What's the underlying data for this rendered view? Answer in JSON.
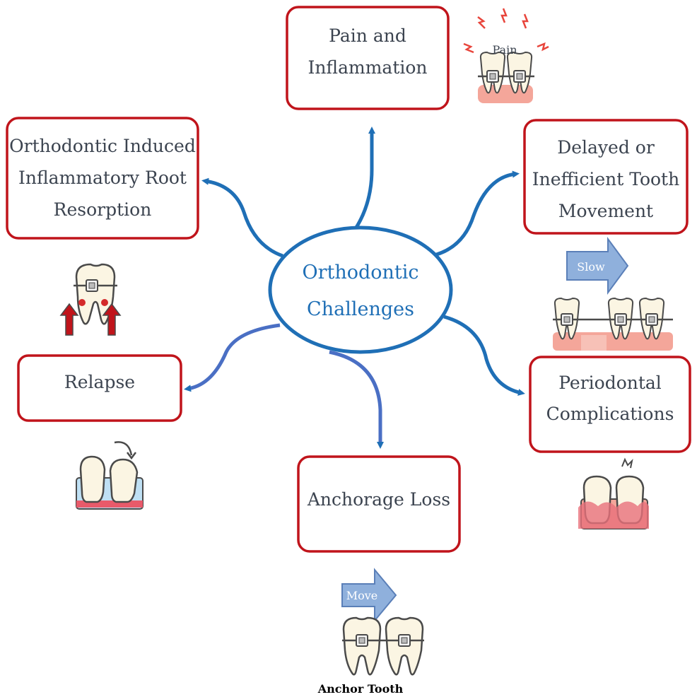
{
  "center": {
    "line1": "Orthodontic",
    "line2": "Challenges"
  },
  "nodes": {
    "pain": {
      "line1": "Pain and",
      "line2": "Inflammation"
    },
    "root": {
      "line1": "Orthodontic Induced",
      "line2": "Inflammatory Root",
      "line3": "Resorption"
    },
    "delayed": {
      "line1": "Delayed or",
      "line2": "Inefficient Tooth",
      "line3": "Movement"
    },
    "relapse": {
      "line1": "Relapse"
    },
    "periodontal": {
      "line1": "Periodontal",
      "line2": "Complications"
    },
    "anchorage": {
      "line1": "Anchorage Loss"
    }
  },
  "icons": {
    "pain_label": "Pain",
    "slow_label": "Slow",
    "move_label": "Move",
    "anchor_label": "Anchor Tooth"
  },
  "colors": {
    "box_border": "#c0141b",
    "connector": "#1f6fb6",
    "text": "#3c4450",
    "center_text": "#1f6fb6",
    "tooth_fill": "#fbf5e3",
    "gum": "#f4a69a",
    "arrow_fill": "#8fb0dc",
    "pain_mark": "#e8453c",
    "resorption_arrow": "#c0141b"
  }
}
